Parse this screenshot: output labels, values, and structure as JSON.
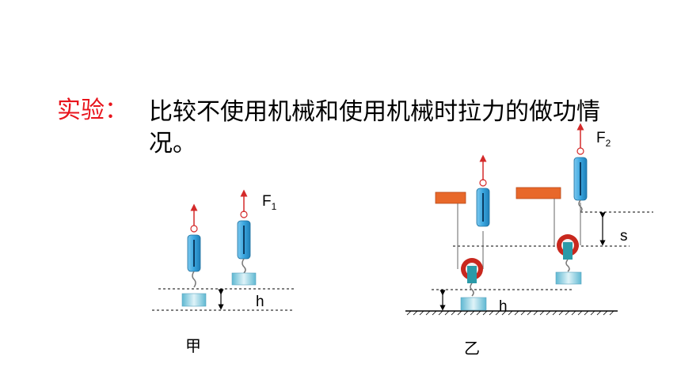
{
  "heading": {
    "label": "实验：",
    "text": "比较不使用机械和使用机械时拉力的做功情况。",
    "label_color": "#e8141c"
  },
  "diagram_left": {
    "force_label": "F",
    "force_sub": "1",
    "height_label": "h",
    "caption": "甲"
  },
  "diagram_right": {
    "force_label": "F",
    "force_sub": "2",
    "distance_label": "s",
    "height_label": "h",
    "caption": "乙"
  },
  "colors": {
    "scale_body": "#3aa6df",
    "arrow": "#d42a2a",
    "pulley": "#c8281e",
    "beam": "#e8682a",
    "weight": "#8fd2e4"
  }
}
